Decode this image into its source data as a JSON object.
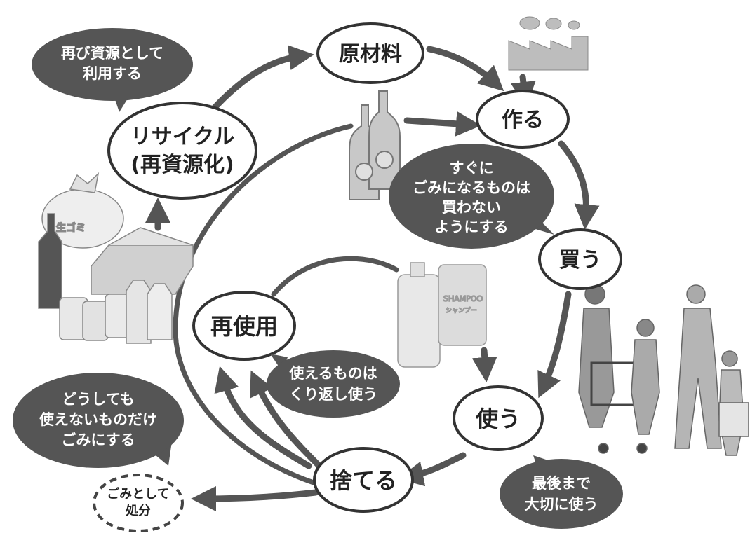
{
  "nodes": {
    "raw_materials": "原材料",
    "make": "作る",
    "buy": "買う",
    "use": "使う",
    "discard": "捨てる",
    "reuse": "再使用",
    "recycle_line1": "リサイクル",
    "recycle_line2": "(再資源化)",
    "dispose_line1": "ごみとして",
    "dispose_line2": "処分"
  },
  "bubbles": {
    "recycle_note": [
      "再び資源として",
      "利用する"
    ],
    "buy_note": [
      "すぐに",
      "ごみになるものは",
      "買わない",
      "ようにする"
    ],
    "reuse_note": [
      "使えるものは",
      "くり返し使う"
    ],
    "discard_note": [
      "どうしても",
      "使えないものだけ",
      "ごみにする"
    ],
    "use_note": [
      "最後まで",
      "大切に使う"
    ]
  },
  "labels": {
    "garbage_bag": "生ゴミ",
    "shampoo_label": "SHAMPOO",
    "shampoo_sub": "シャンプー"
  },
  "colors": {
    "arrow": "#555555",
    "bubble": "#555555",
    "ellipse_stroke": "#333333",
    "illustration": "#bdbdbd"
  }
}
